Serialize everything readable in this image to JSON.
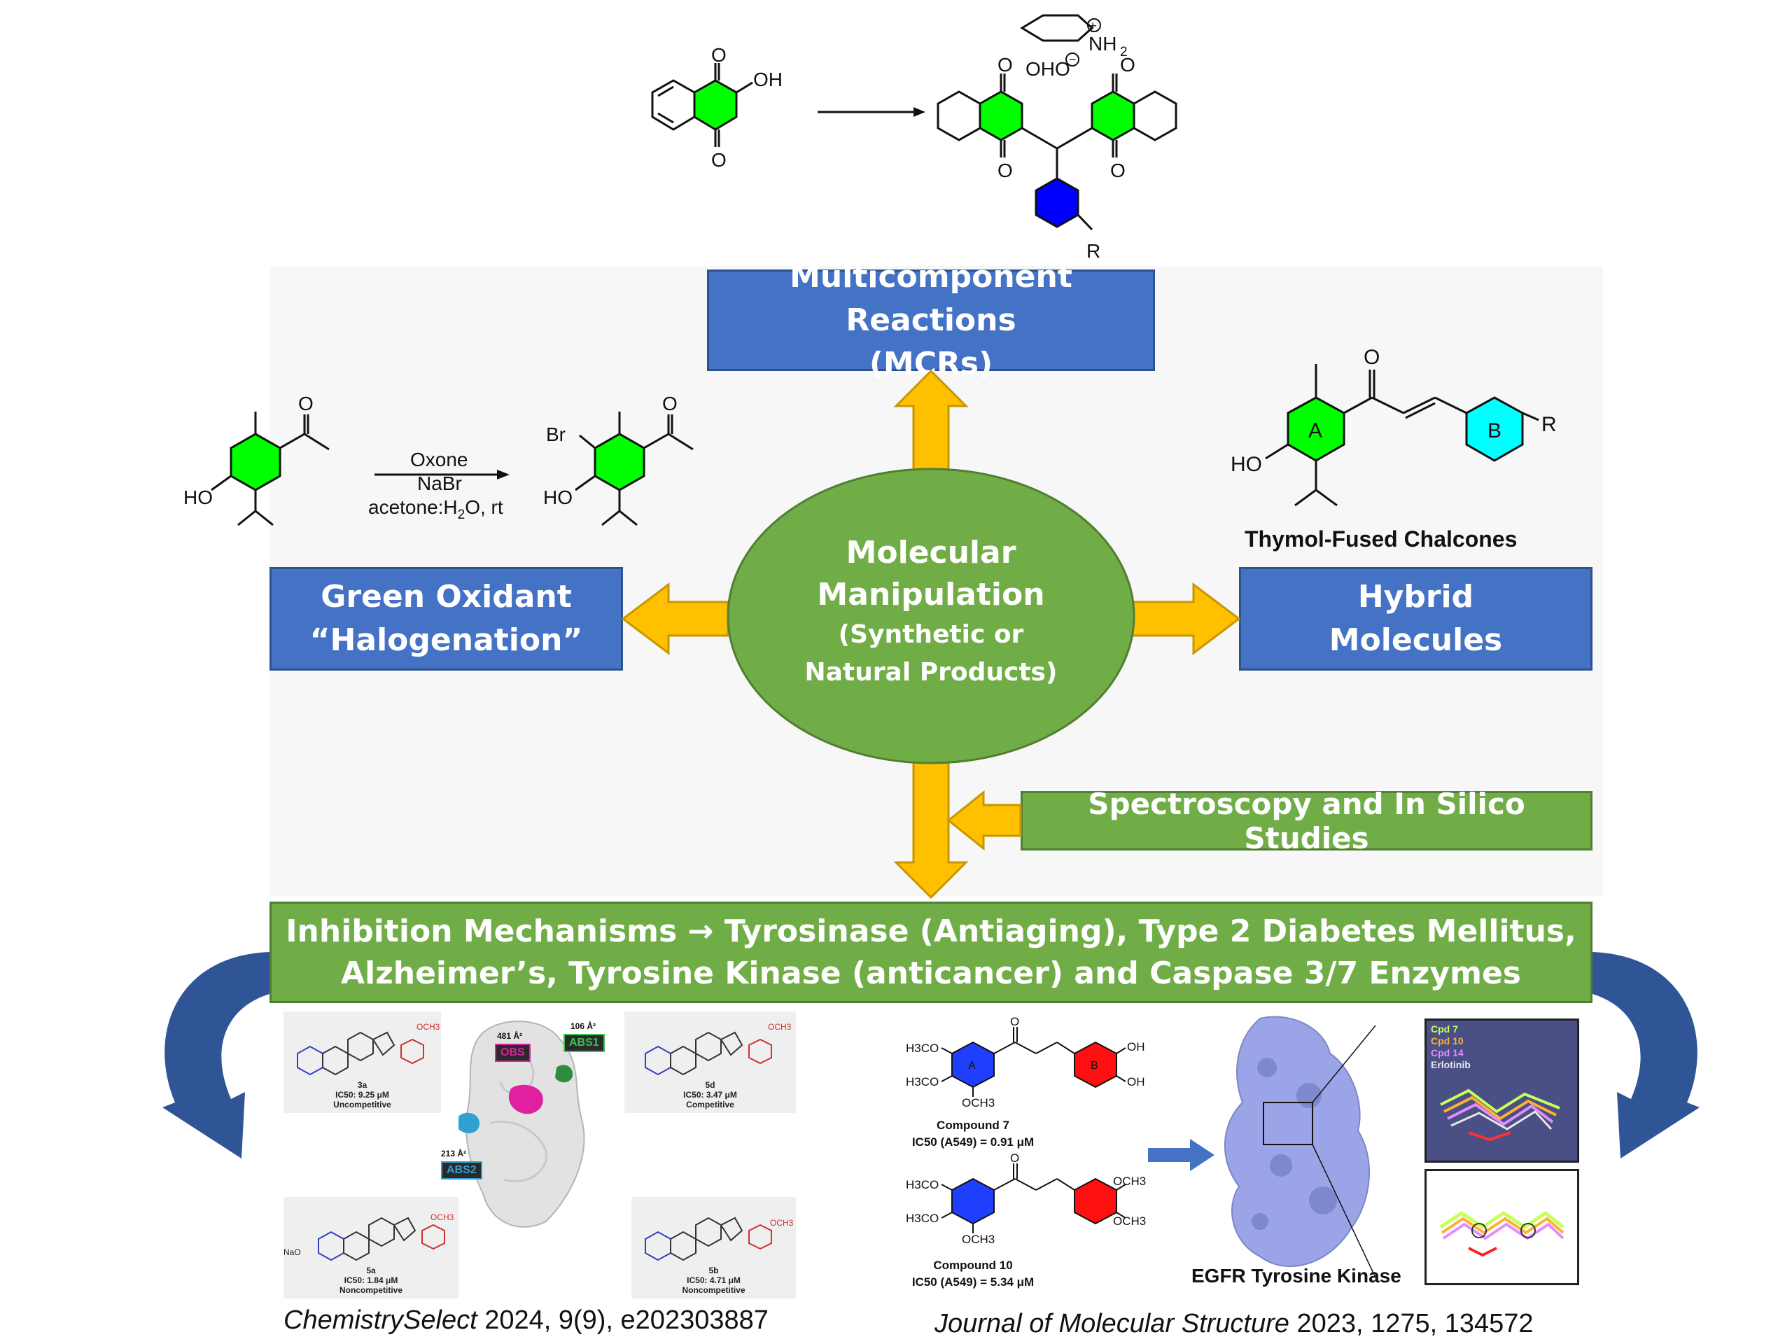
{
  "colors": {
    "blue_box": "#4472c4",
    "green_box": "#70ad47",
    "arrow_fill": "#ffc000",
    "ring_green": "#00ff00",
    "ring_blue": "#0000ff",
    "ring_cyan": "#00ffff",
    "ring_red": "#ff0000",
    "curve_arrow": "#2f5597"
  },
  "center": {
    "line1": "Molecular",
    "line2": "Manipulation",
    "line3": "(Synthetic or",
    "line4": "Natural Products)"
  },
  "boxes": {
    "mcr_line1": "Multicomponent Reactions",
    "mcr_line2": "(MCRs)",
    "green_oxidant_line1": "Green Oxidant",
    "green_oxidant_line2": "“Halogenation”",
    "hybrid_line1": "Hybrid",
    "hybrid_line2": "Molecules",
    "spectroscopy": "Spectroscopy and In Silico Studies",
    "inhibition_line1": "Inhibition Mechanisms → Tyrosinase (Antiaging), Type 2 Diabetes Mellitus,",
    "inhibition_line2": "Alzheimer’s, Tyrosine Kinase (anticancer) and Caspase 3/7 Enzymes"
  },
  "reaction_halogenation": {
    "reagent1": "Oxone",
    "reagent2": "NaBr",
    "reagent3_prefix": "acetone:H",
    "reagent3_sub": "2",
    "reagent3_suffix": "O, rt",
    "ho": "HO",
    "br": "Br",
    "o": "O"
  },
  "chalcone": {
    "ring_a": "A",
    "ring_b": "B",
    "r": "R",
    "o": "O",
    "ho": "HO",
    "caption": "Thymol-Fused Chalcones"
  },
  "mcr_structure": {
    "oh": "OH",
    "o": "O",
    "r": "R",
    "nh2": "NH",
    "nh2_sub": "2",
    "oho": "OHO"
  },
  "steroid_panel": {
    "cpd_3a": "3a",
    "ic50_3a": "IC50: 9.25 μM",
    "mode_3a": "Uncompetitive",
    "cpd_5d": "5d",
    "ic50_5d": "IC50: 3.47 μM",
    "mode_5d": "Competitive",
    "cpd_5a": "5a",
    "ic50_5a": "IC50: 1.84 μM",
    "mode_5a": "Noncompetitive",
    "cpd_5b": "5b",
    "ic50_5b": "IC50: 4.71 μM",
    "mode_5b": "Noncompetitive",
    "obs_area": "481 Å²",
    "obs": "OBS",
    "abs1_area": "106 Å²",
    "abs1": "ABS1",
    "abs2_area": "213 Å²",
    "abs2": "ABS2",
    "och3": "OCH3",
    "nao": "NaO"
  },
  "egfr_panel": {
    "compound7": "Compound 7",
    "ic50_7": "IC50 (A549) = 0.91 μM",
    "compound10": "Compound 10",
    "ic50_10": "IC50 (A549) = 5.34 μM",
    "h3co": "H3CO",
    "och3": "OCH3",
    "oh": "OH",
    "o": "O",
    "a": "A",
    "b": "B",
    "protein_label": "EGFR Tyrosine Kinase",
    "legend": [
      "Cpd 7",
      "Cpd 10",
      "Cpd 14",
      "Erlotinib"
    ],
    "legend_colors": [
      "#c8ff5a",
      "#ffb030",
      "#e48cff",
      "#e8e8e8"
    ]
  },
  "citations": {
    "left_italic": "ChemistrySelect",
    "left_rest": " 2024, 9(9), e202303887",
    "right_italic": "Journal of Molecular Structure",
    "right_rest": " 2023, 1275, 134572"
  }
}
